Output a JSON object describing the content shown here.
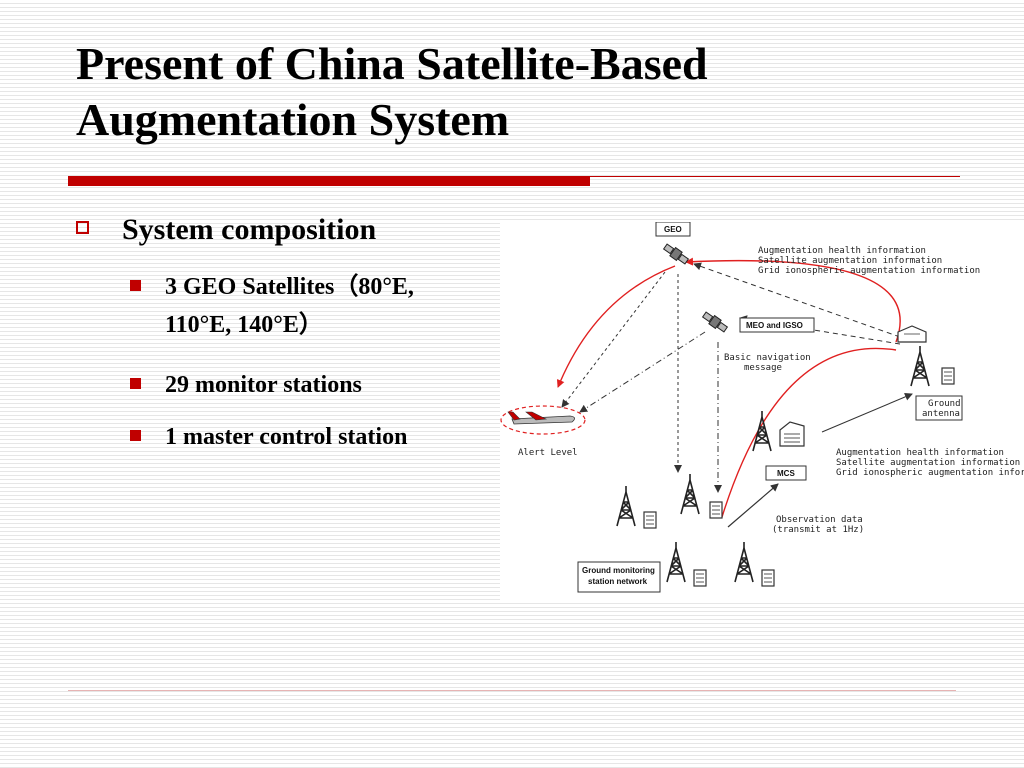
{
  "slide": {
    "title_line1": "Present of China Satellite-Based",
    "title_line2": "Augmentation System"
  },
  "bullets": {
    "heading": "System composition",
    "items": [
      {
        "line1": "3 GEO Satellites（80°E,",
        "line2": "110°E, 140°E）"
      },
      {
        "line1": "29 monitor stations"
      },
      {
        "line1": "1 master control station"
      }
    ]
  },
  "diagram": {
    "geo_label": "GEO",
    "meo_label": "MEO and IGSO",
    "top_info": [
      "Augmentation health information",
      "Satellite augmentation information",
      "Grid ionospheric augmentation information"
    ],
    "basic_nav": [
      "Basic navigation",
      "message"
    ],
    "ground_antenna": [
      "Ground",
      "antenna"
    ],
    "alert_level": "Alert Level",
    "mid_info": [
      "Augmentation health information",
      "Satellite augmentation information",
      "Grid ionospheric augmentation information"
    ],
    "mcs_label": "MCS",
    "obs_data": [
      "Observation data",
      "(transmit at 1Hz)"
    ],
    "gmsn": [
      "Ground monitoring",
      "station network"
    ]
  }
}
